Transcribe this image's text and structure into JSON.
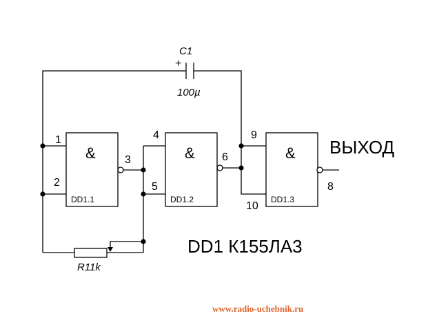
{
  "capacitor": {
    "label": "C1",
    "polarity": "+",
    "value": "100µ"
  },
  "resistor": {
    "label": "R11k"
  },
  "gates": [
    {
      "name": "DD1.1",
      "symbol": "&",
      "inputs": [
        "1",
        "2"
      ],
      "output": "3"
    },
    {
      "name": "DD1.2",
      "symbol": "&",
      "inputs": [
        "4",
        "5"
      ],
      "output": "6"
    },
    {
      "name": "DD1.3",
      "symbol": "&",
      "inputs": [
        "9",
        "10"
      ],
      "output": "8"
    }
  ],
  "output_label": "ВЫХОД",
  "chip_label": "DD1 К155ЛА3",
  "watermark": "www.radio-uchebnik.ru"
}
